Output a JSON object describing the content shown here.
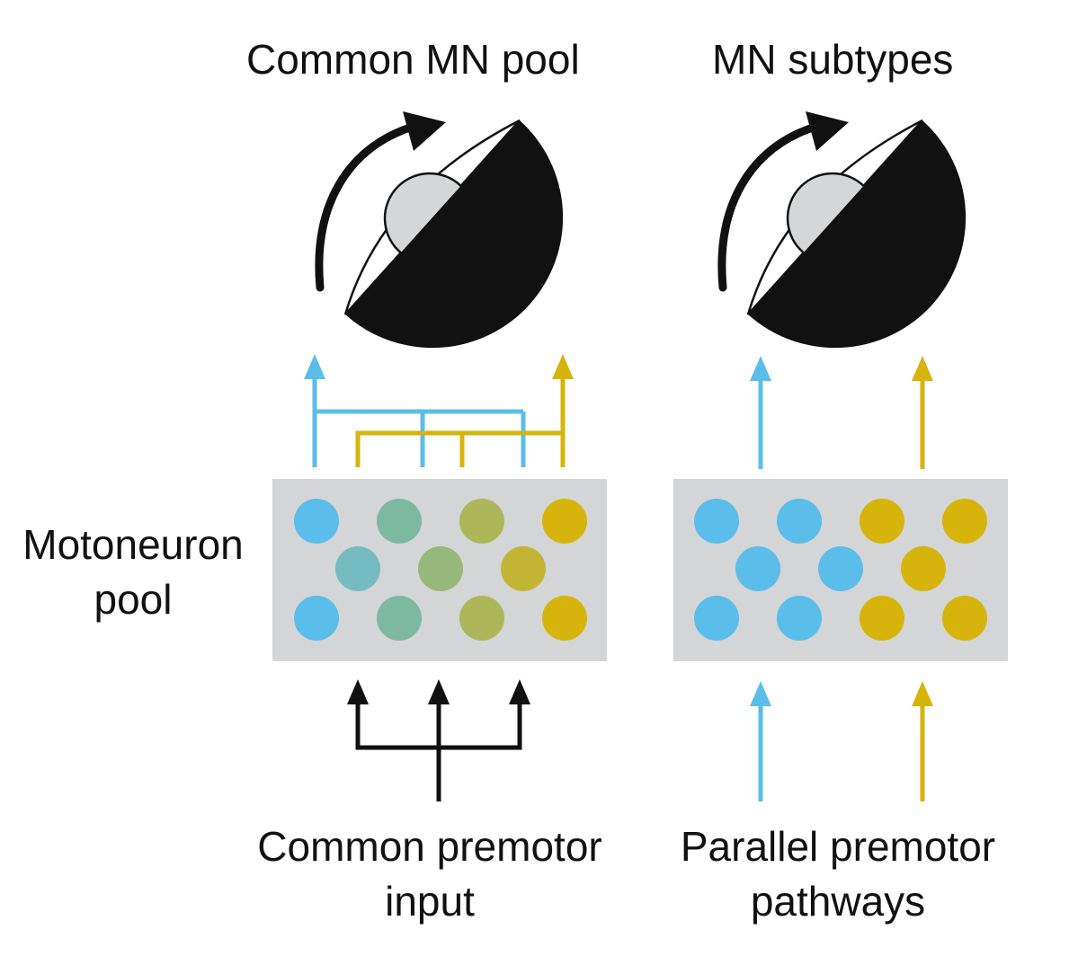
{
  "titles": {
    "left": "Common MN pool",
    "right": "MN subtypes"
  },
  "side_label": {
    "line1": "Motoneuron",
    "line2": "pool"
  },
  "bottom_labels": {
    "left_line1": "Common premotor",
    "left_line2": "input",
    "right_line1": "Parallel premotor",
    "right_line2": "pathways"
  },
  "colors": {
    "blue": "#5bbdea",
    "yellow": "#d7b40c",
    "black": "#111111",
    "pool_bg": "#d3d5d6",
    "iris": "#d4d6d8",
    "blend": [
      "#5bbdea",
      "#74bcc2",
      "#7db9a0",
      "#96b87a",
      "#adb75a",
      "#c3b534",
      "#d7b40c"
    ]
  },
  "pools": {
    "left_color_keys": [
      [
        "blue",
        2,
        4,
        "yellow"
      ],
      [
        1,
        3,
        5
      ],
      [
        "blue",
        2,
        4,
        "yellow"
      ]
    ],
    "right_color_keys": [
      [
        "blue",
        "blue",
        "yellow",
        "yellow"
      ],
      [
        "blue",
        "blue",
        "yellow"
      ],
      [
        "blue",
        "blue",
        "yellow",
        "yellow"
      ]
    ]
  },
  "icons": {
    "eye": "eye-icon",
    "rotation": "curved-arrow-icon"
  }
}
